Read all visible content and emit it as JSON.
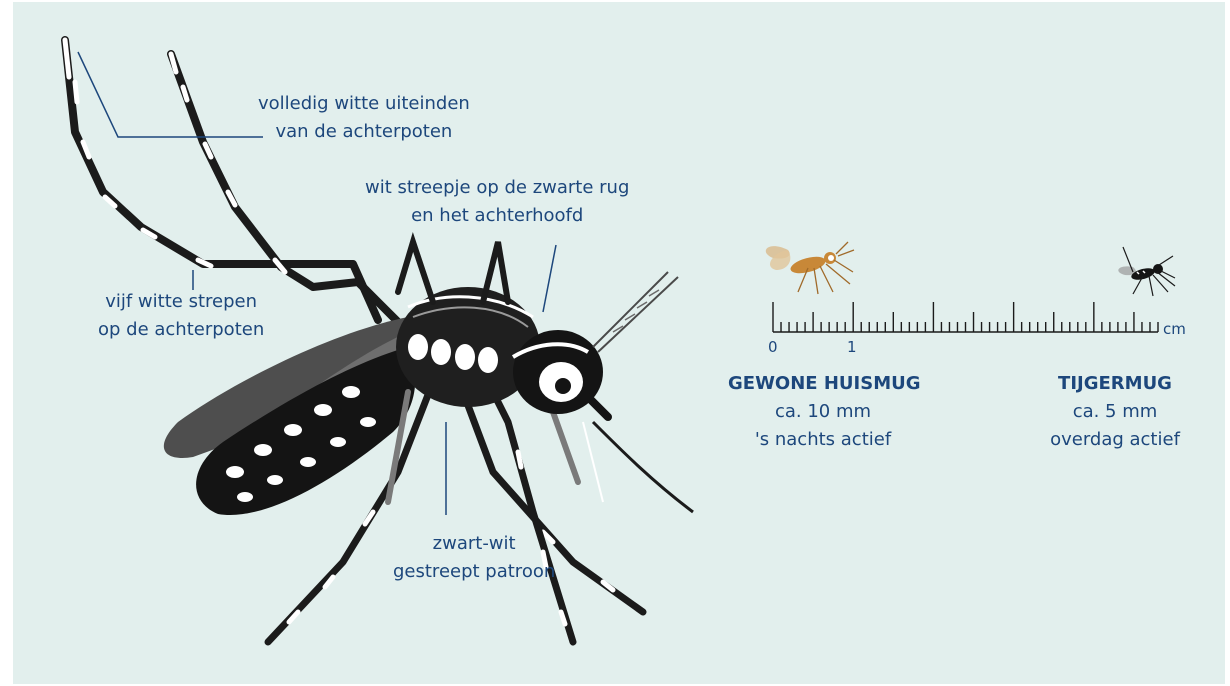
{
  "annotations": {
    "white_leg_tips": [
      "volledig witte uiteinden",
      "van de achterpoten"
    ],
    "white_stripe_back": [
      "wit streepje op de zwarte rug",
      "en het achterhoofd"
    ],
    "five_white_stripes": [
      "vijf witte strepen",
      "op de achterpoten"
    ],
    "black_white_pattern": [
      "zwart-wit",
      "gestreept patroon"
    ]
  },
  "ruler": {
    "unit": "cm",
    "label_zero": "0",
    "label_one": "1"
  },
  "comparison": {
    "house_mosquito": {
      "name": "GEWONE HUISMUG",
      "size": "ca. 10 mm",
      "activity": "'s nachts actief"
    },
    "tiger_mosquito": {
      "name": "TIJGERMUG",
      "size": "ca. 5 mm",
      "activity": "overdag actief"
    }
  },
  "colors": {
    "background": "#e2efed",
    "text": "#1d477c",
    "body": "#1b1b1b",
    "wing": "#595959",
    "house_mosquito": "#c98a3a"
  }
}
